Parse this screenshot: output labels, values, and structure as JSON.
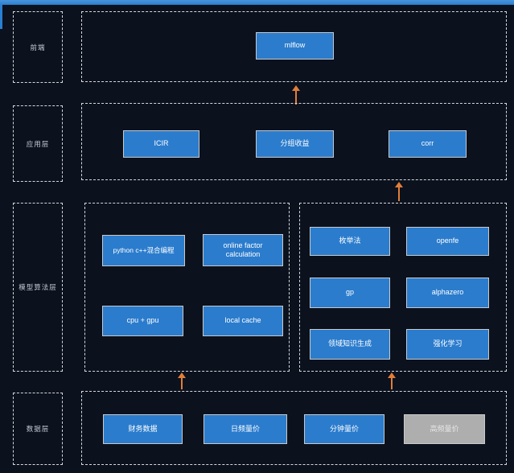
{
  "colors": {
    "background": "#0b111d",
    "top_bar": "#2a7fd1",
    "node_blue": "#2b7ccd",
    "node_gray": "#aeaeae",
    "node_border": "#c9c9c9",
    "dashed_border": "#d5d8dd",
    "arrow_orange": "#e07e3a",
    "label_text": "#c7cdd6",
    "node_text": "#ffffff"
  },
  "layers": [
    {
      "id": "frontend",
      "label": "前端",
      "nodes": [
        {
          "label": "mlflow"
        }
      ]
    },
    {
      "id": "application",
      "label": "应用层",
      "nodes": [
        {
          "label": "ICIR"
        },
        {
          "label": "分组收益"
        },
        {
          "label": "corr"
        }
      ]
    },
    {
      "id": "model-algorithm",
      "label": "模型算法层",
      "groups": [
        {
          "nodes": [
            {
              "label": "python c++混合编程"
            },
            {
              "label": "online factor calculation"
            },
            {
              "label": "cpu + gpu"
            },
            {
              "label": "local cache"
            }
          ]
        },
        {
          "nodes": [
            {
              "label": "枚举法"
            },
            {
              "label": "openfe"
            },
            {
              "label": "gp"
            },
            {
              "label": "alphazero"
            },
            {
              "label": "领域知识生成"
            },
            {
              "label": "强化学习"
            }
          ]
        }
      ]
    },
    {
      "id": "data",
      "label": "数据层",
      "nodes": [
        {
          "label": "财务数据"
        },
        {
          "label": "日频量价"
        },
        {
          "label": "分钟量价"
        },
        {
          "label": "高频量价",
          "variant": "gray"
        }
      ]
    }
  ],
  "arrows": [
    {
      "name": "application-to-frontend"
    },
    {
      "name": "model-to-application"
    },
    {
      "name": "data-to-model-left"
    },
    {
      "name": "data-to-model-right"
    }
  ]
}
